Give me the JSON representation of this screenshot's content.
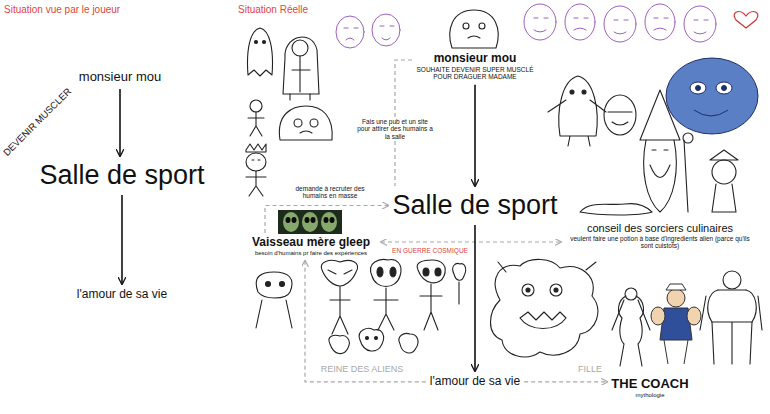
{
  "diagram": {
    "nodes": [
      {
        "text": [
          "monsieur mou"
        ]
      },
      {
        "text": [
          "Salle de sport"
        ]
      },
      {
        "text": [
          "l'amour de sa vie"
        ]
      },
      {
        "text": [
          "monsieur mou",
          "SOUHAITE DEVENIR SUPER MUSCLÉ POUR DRAGUER MADAME"
        ]
      },
      {
        "text": [
          "Salle de sport"
        ]
      },
      {
        "text": [
          "Vaisseau mère gleep",
          "besoin d'humains pr faire des expériences"
        ]
      },
      {
        "text": [
          "conseil des sorciers culinaires",
          "veulent faire une potion à base d'ingredients alien (parce qu'ils sont cuistots)"
        ]
      },
      {
        "text": [
          "l'amour de sa vie"
        ]
      },
      {
        "text": [
          "THE COACH",
          "mythologie"
        ]
      }
    ],
    "edges": [
      {
        "from": 0,
        "to": 1,
        "arrow": "to"
      },
      {
        "from": 1,
        "to": 2,
        "arrow": "to"
      },
      {
        "from": 3,
        "to": 4,
        "arrow": "to"
      },
      {
        "from": 3,
        "to": 4,
        "label": "Fais une pub et un site pour attirer des humains a la salle",
        "arrow": "none"
      },
      {
        "from": 5,
        "to": 4,
        "label": "demande à recruter des humains en masse",
        "arrow": "to"
      },
      {
        "from": 5,
        "to": 6,
        "label": "EN GUERRE COSMIQUE",
        "arrow": "both"
      },
      {
        "from": 4,
        "to": 7,
        "arrow": "to"
      },
      {
        "from": 7,
        "to": 5,
        "label": "REINE DES ALIENS",
        "arrow": "to"
      },
      {
        "from": 7,
        "to": 8,
        "label": "FILLE",
        "arrow": "to"
      }
    ],
    "labels": [
      "Situation vue par le joueur",
      "DEVENIR MUSCLER",
      "Situation Réelle"
    ]
  }
}
